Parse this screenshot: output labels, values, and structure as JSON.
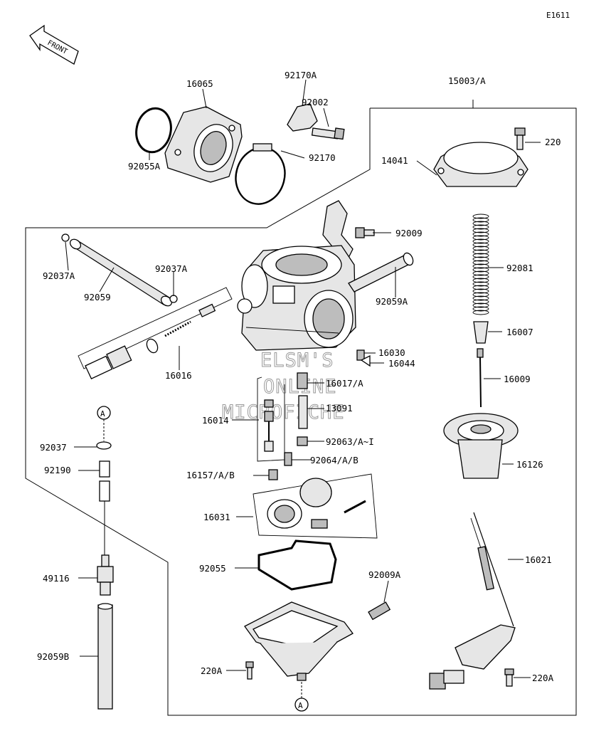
{
  "diagram": {
    "code": "E1611",
    "front_arrow": "FRONT",
    "ref_marks": [
      "A",
      "A"
    ],
    "watermark": [
      "ELSM'S",
      "ONLINE",
      "MICROFICHE"
    ],
    "labels": {
      "l16065": "16065",
      "l92170A": "92170A",
      "l92002": "92002",
      "l15003A": "15003/A",
      "l220": "220",
      "l92170": "92170",
      "l92055A": "92055A",
      "l14041": "14041",
      "l92009": "92009",
      "l92081": "92081",
      "l92037A_1": "92037A",
      "l92037A_2": "92037A",
      "l92059": "92059",
      "l92059A": "92059A",
      "l16007": "16007",
      "l16030": "16030",
      "l16044": "16044",
      "l16016": "16016",
      "l16017A": "16017/A",
      "l16009": "16009",
      "l13091": "13091",
      "l16014": "16014",
      "l92037": "92037",
      "l92063": "92063/A~I",
      "l92064": "92064/A/B",
      "l16126": "16126",
      "l92190": "92190",
      "l16157": "16157/A/B",
      "l16031": "16031",
      "l16021": "16021",
      "l92055": "92055",
      "l49116": "49116",
      "l92009A": "92009A",
      "l92059B": "92059B",
      "l220A_1": "220A",
      "l220A_2": "220A"
    }
  }
}
